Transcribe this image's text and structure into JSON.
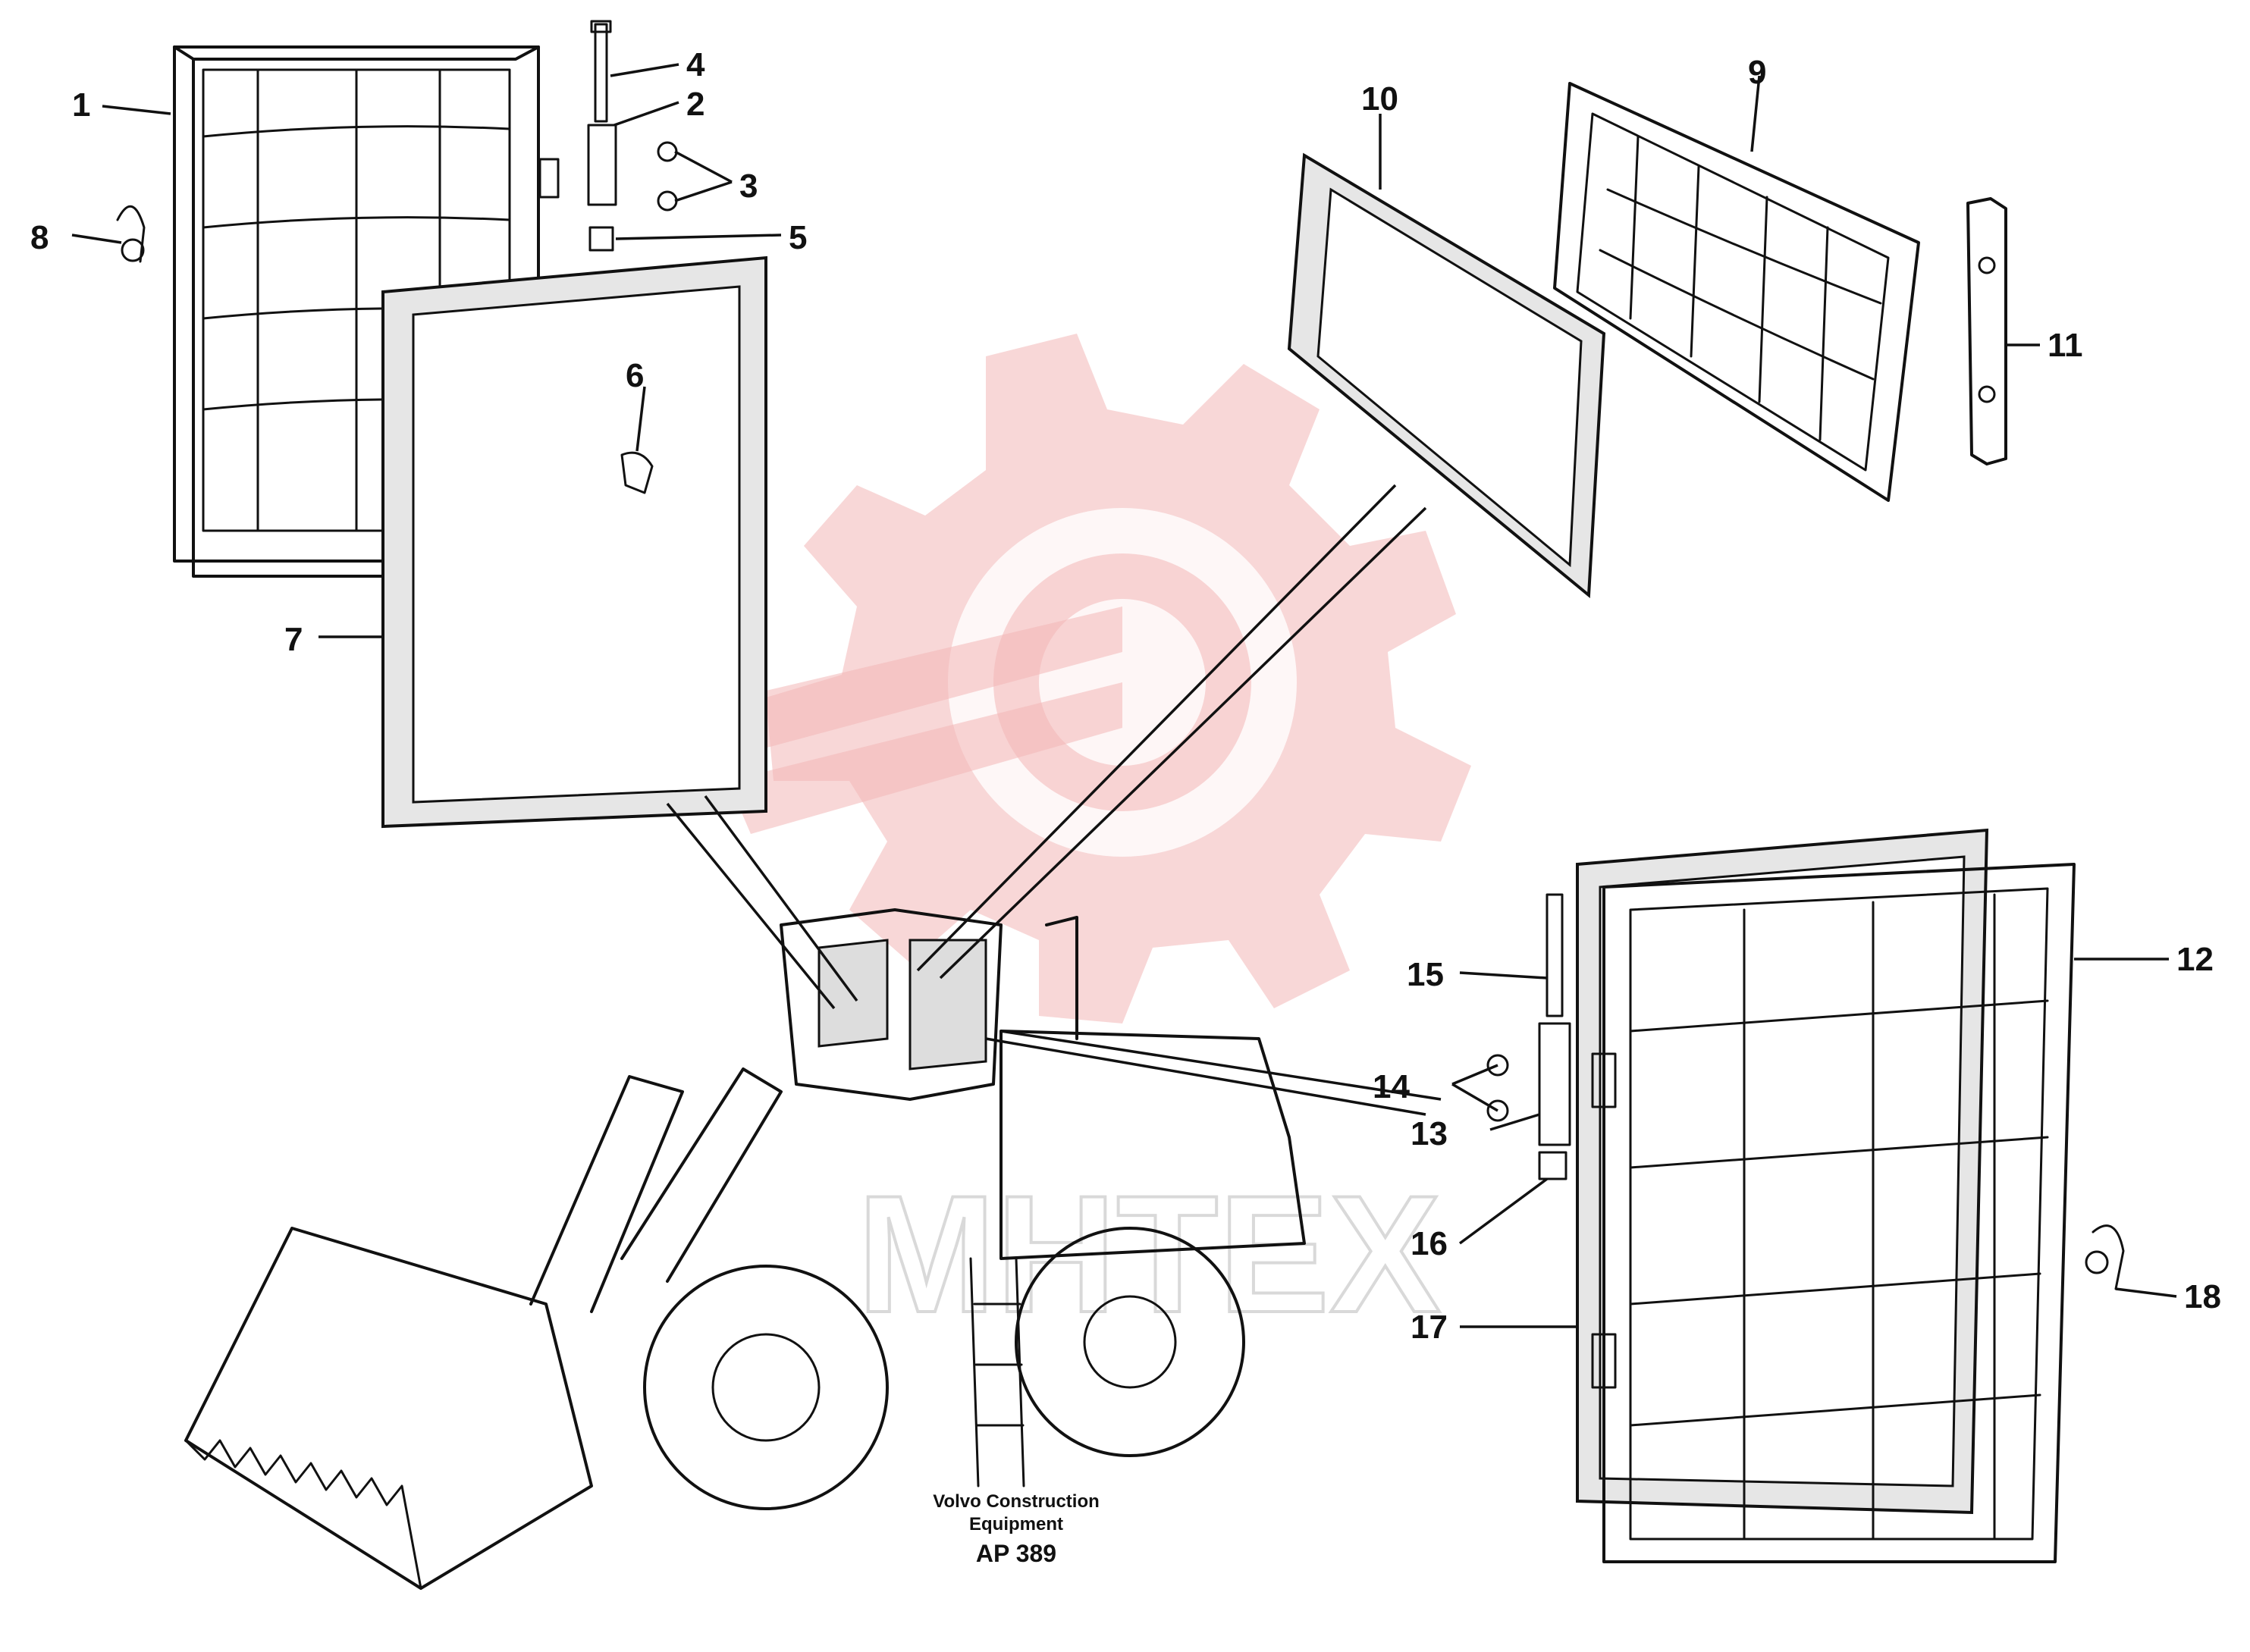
{
  "diagram": {
    "callouts": [
      "1",
      "2",
      "3",
      "4",
      "5",
      "6",
      "7",
      "8",
      "9",
      "10",
      "11",
      "12",
      "13",
      "14",
      "15",
      "16",
      "17",
      "18"
    ],
    "caption": {
      "line1": "Volvo Construction",
      "line2": "Equipment",
      "code": "AP 389"
    },
    "watermark": {
      "text": "MHTEX",
      "color": "#f2b7b7"
    }
  }
}
